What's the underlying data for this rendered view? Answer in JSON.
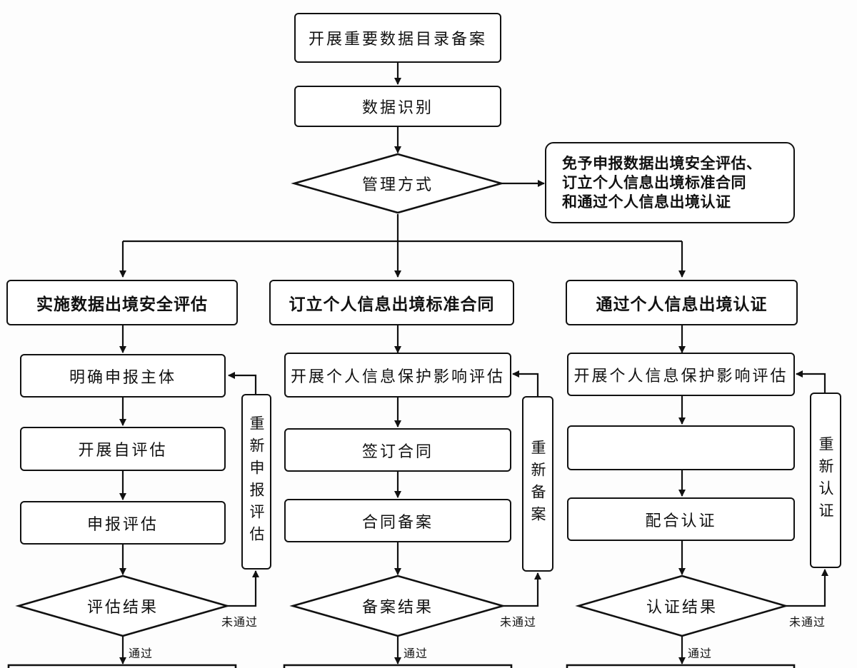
{
  "top": {
    "record_catalog": "开展重要数据目录备案",
    "data_identification": "数据识别",
    "management_mode": "管理方式",
    "exempt_note": [
      "免予申报数据出境安全评估、",
      "订立个人信息出境标准合同",
      "和通过个人信息出境认证"
    ]
  },
  "col_assessment": {
    "title": "实施数据出境安全评估",
    "step1": "明确申报主体",
    "step2": "开展自评估",
    "step3": "申报评估",
    "decision": "评估结果",
    "retry": "重新申报评估"
  },
  "col_contract": {
    "title": "订立个人信息出境标准合同",
    "step1": "开展个人信息保护影响评估",
    "step2": "签订合同",
    "step3": "合同备案",
    "decision": "备案结果",
    "retry": "重新备案"
  },
  "col_certification": {
    "title": "通过个人信息出境认证",
    "step1": "开展个人信息保护影响评估",
    "step2": "",
    "step3": "配合认证",
    "decision": "认证结果",
    "retry": "重新认证"
  },
  "edge_labels": {
    "pass": "通过",
    "fail": "未通过"
  }
}
